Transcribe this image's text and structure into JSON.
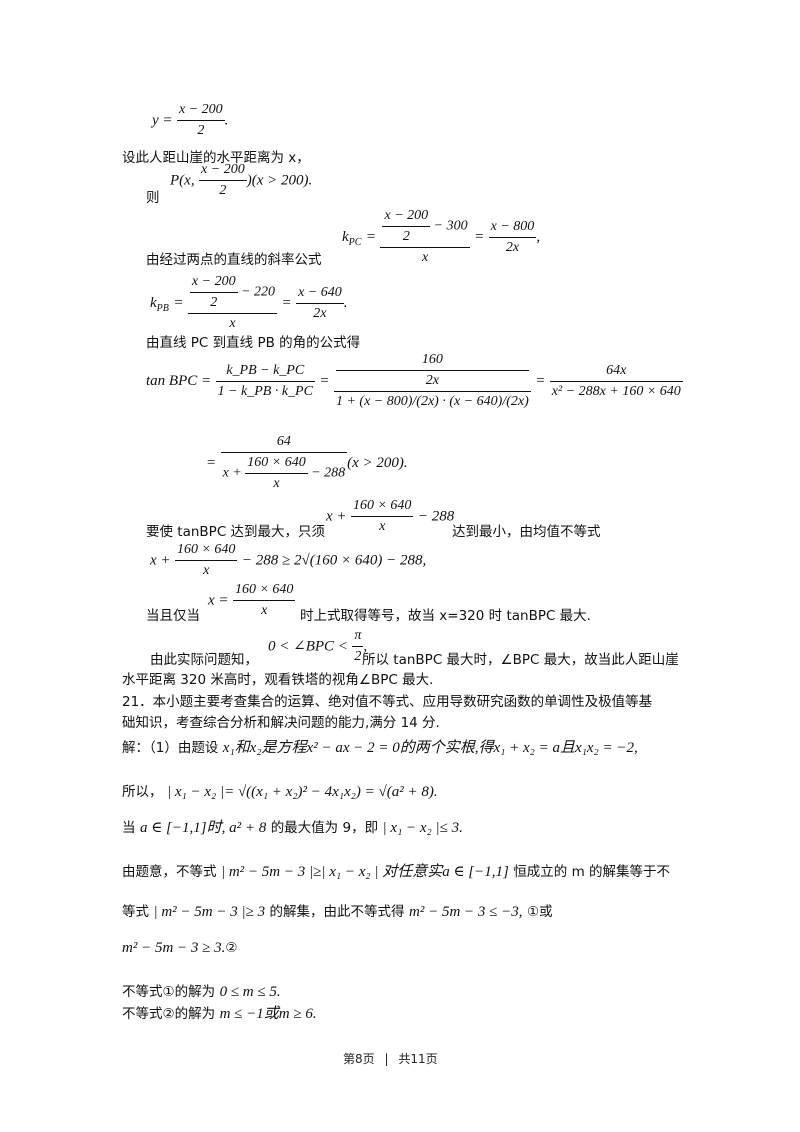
{
  "lines": {
    "l1_y": "y =",
    "l1_num": "x − 200",
    "l1_den": "2",
    "l1_end": ".",
    "l2": "设此人距山崖的水平距离为 x，",
    "l3_ze": "则",
    "l3_P": "P(x,",
    "l3_num": "x − 200",
    "l3_den": "2",
    "l3_end": ")(x > 200).",
    "l4_text": "由经过两点的直线的斜率公式",
    "l4_k": "k",
    "l4_sub": "PC",
    "l4_eq": "=",
    "l4_num_a": "x − 200",
    "l4_num_b": "2",
    "l4_num_c": "− 300",
    "l4_den": "x",
    "l4_eq2": "=",
    "l4_num2": "x − 800",
    "l4_den2": "2x",
    "l4_end": ",",
    "l5_k": "k",
    "l5_sub": "PB",
    "l5_eq": "=",
    "l5_num_a": "x − 200",
    "l5_num_b": "2",
    "l5_num_c": "− 220",
    "l5_den": "x",
    "l5_eq2": "=",
    "l5_num2": "x − 640",
    "l5_den2": "2x",
    "l5_end": ".",
    "l6": "由直线 PC 到直线 PB 的角的公式得",
    "l7_tan": "tan BPC =",
    "l7_num1": "k_PB − k_PC",
    "l7_den1": "1 − k_PB · k_PC",
    "l7_eq": "=",
    "l7_num2_a": "160",
    "l7_num2_b": "2x",
    "l7_den2": "1 + (x − 800)/(2x) · (x − 640)/(2x)",
    "l7_eq2": "=",
    "l7_num3": "64x",
    "l7_den3": "x² − 288x + 160 × 640",
    "l8_eq": "=",
    "l8_num": "64",
    "l8_den_a": "x +",
    "l8_den_num": "160 × 640",
    "l8_den_den": "x",
    "l8_den_c": "− 288",
    "l8_end": "(x > 200).",
    "l9_a": "要使 tanBPC 达到最大，只须",
    "l9_x": "x +",
    "l9_num": "160 × 640",
    "l9_den": "x",
    "l9_c": "− 288",
    "l9_b": "达到最小，由均值不等式",
    "l10_a": "x +",
    "l10_num": "160 × 640",
    "l10_den": "x",
    "l10_b": "− 288 ≥ 2√(160 × 640) − 288,",
    "l11_a": "当且仅当",
    "l11_x": "x =",
    "l11_num": "160 × 640",
    "l11_den": "x",
    "l11_b": "时上式取得等号，故当 x=320 时 tanBPC 最大.",
    "l12_a": "由此实际问题知，",
    "l12_m1": "0 < ∠BPC <",
    "l12_num": "π",
    "l12_den": "2",
    "l12_m2": ",",
    "l12_b": "所以 tanBPC 最大时，∠BPC 最大，故当此人距山崖",
    "l13": "水平距离 320 米高时，观看铁塔的视角∠BPC 最大.",
    "l14": "21．本小题主要考查集合的运算、绝对值不等式、应用导数研究函数的单调性及极值等基",
    "l15": "础知识，考查综合分析和解决问题的能力,满分 14 分.",
    "l16_a": "解：（1）由题设",
    "l16_m": "x₁和x₂是方程x² − ax − 2 = 0的两个实根,得x₁ + x₂ = a且x₁x₂ = −2,",
    "l17_a": "所以，",
    "l17_m": "| x₁ − x₂ |= √((x₁ + x₂)² − 4x₁x₂) = √(a² + 8).",
    "l18_a": "当",
    "l18_m1": "a ∈ [−1,1]时, a² + 8",
    "l18_b": "的最大值为 9，即",
    "l18_m2": "| x₁ − x₂ |≤ 3",
    "l18_c": ".",
    "l19_a": "由题意，不等式",
    "l19_m": "| m² − 5m − 3 |≥| x₁ − x₂ | 对任意实a ∈ [−1,1]",
    "l19_b": "恒成立的 m 的解集等于不",
    "l20_a": "等式",
    "l20_m1": "| m² − 5m − 3 |≥ 3",
    "l20_b": "的解集，由此不等式得",
    "l20_m2": "m² − 5m − 3 ≤ −3,",
    "l20_c": "①或",
    "l21_m": "m² − 5m − 3 ≥ 3.",
    "l21_c": "②",
    "l22_a": "不等式①的解为",
    "l22_m": "0 ≤ m ≤ 5.",
    "l23_a": "不等式②的解为",
    "l23_m": "m ≤ −1或m ≥ 6."
  },
  "footer": {
    "page": "第8页",
    "sep": "|",
    "total": "共11页"
  }
}
